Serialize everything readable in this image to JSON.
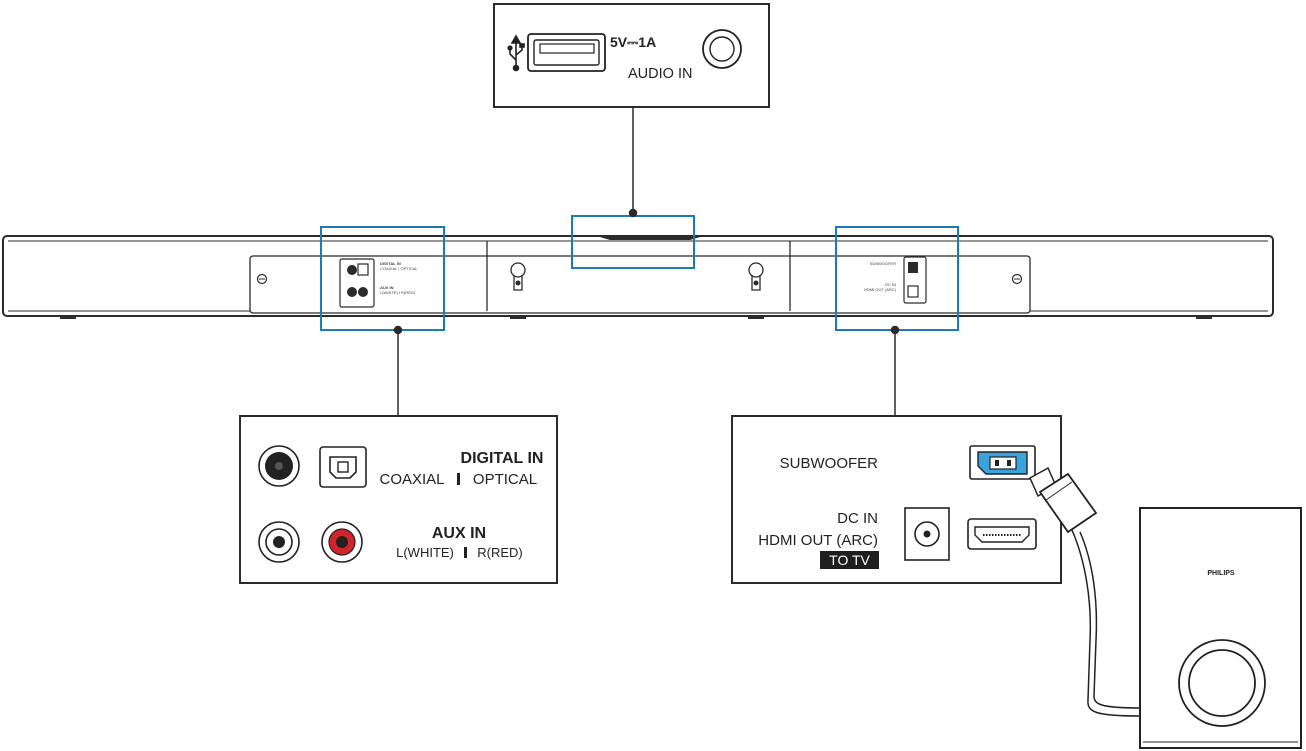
{
  "top_panel": {
    "usb_label": "5V⎓1A",
    "audio_label": "AUDIO IN",
    "usb_icon": "usb-icon"
  },
  "left_panel": {
    "digital_title": "DIGITAL IN",
    "digital_sub_left": "COAXIAL",
    "digital_sub_right": "OPTICAL",
    "aux_title": "AUX IN",
    "aux_sub_left": "L(WHITE)",
    "aux_sub_right": "R(RED)"
  },
  "right_panel": {
    "subwoofer_label": "SUBWOOFER",
    "dc_label": "DC IN",
    "hdmi_label": "HDMI OUT (ARC)",
    "to_tv_label": "TO TV"
  },
  "soundbar_small_text": {
    "left_1": "DIGITAL IN",
    "left_2": "COAXIAL I OPTICAL",
    "left_3": "AUX IN",
    "left_4": "L(WHITE) I R(RED)",
    "right_1": "SUBWOOFER",
    "right_2": "DC IN",
    "right_3": "HDMI OUT (ARC)"
  },
  "subwoofer": {
    "brand": "PHILIPS"
  },
  "colors": {
    "highlight": "#1a7bb5",
    "line": "#2b2b2b",
    "red_jack": "#d4242b",
    "blue_connector": "#3aa3dd",
    "tv_badge": "#1e1e1e"
  }
}
